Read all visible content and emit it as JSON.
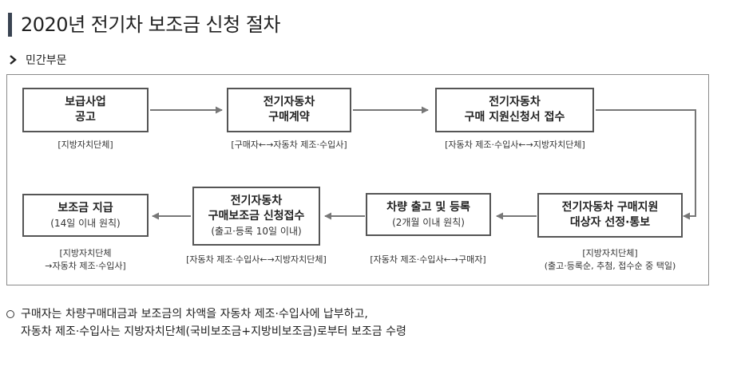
{
  "page": {
    "title": "2020년 전기차 보조금 신청 절차",
    "section_label": "민간부문"
  },
  "steps": [
    {
      "lines": [
        "보급사업",
        "공고"
      ],
      "sub": "",
      "caption": [
        "[지방자치단체]"
      ]
    },
    {
      "lines": [
        "전기자동차",
        "구매계약"
      ],
      "sub": "",
      "caption": [
        "[구매자←→자동차 제조·수입사]"
      ]
    },
    {
      "lines": [
        "전기자동차",
        "구매 지원신청서 접수"
      ],
      "sub": "",
      "caption": [
        "[자동차 제조·수입사←→지방자치단체]"
      ]
    },
    {
      "lines": [
        "전기자동차 구매지원",
        "대상자 선정·통보"
      ],
      "sub": "",
      "caption": [
        "[지방자치단체]",
        "(출고·등록순, 추첨, 접수순 중 택일)"
      ]
    },
    {
      "lines": [
        "차량 출고 및 등록"
      ],
      "sub": "(2개월 이내 원칙)",
      "caption": [
        "[자동차 제조·수입사←→구매자]"
      ]
    },
    {
      "lines": [
        "전기자동차",
        "구매보조금 신청접수"
      ],
      "sub": "(출고·등록 10일 이내)",
      "caption": [
        "[자동차 제조·수입사←→지방자치단체]"
      ]
    },
    {
      "lines": [
        "보조금 지급"
      ],
      "sub": "(14일 이내 원칙)",
      "caption": [
        "[지방자치단체",
        "→자동차 제조·수입사]"
      ]
    }
  ],
  "notes": {
    "line1": "구매자는 차량구매대금과 보조금의 차액을 자동차 제조·수입사에 납부하고,",
    "line2": "자동차 제조·수입사는 지방자치단체(국비보조금+지방비보조금)로부터 보조금 수령"
  },
  "colors": {
    "title_bar": "#3a4452",
    "box_border": "#555555",
    "arrow": "#777777",
    "frame": "#8a8a8a"
  }
}
